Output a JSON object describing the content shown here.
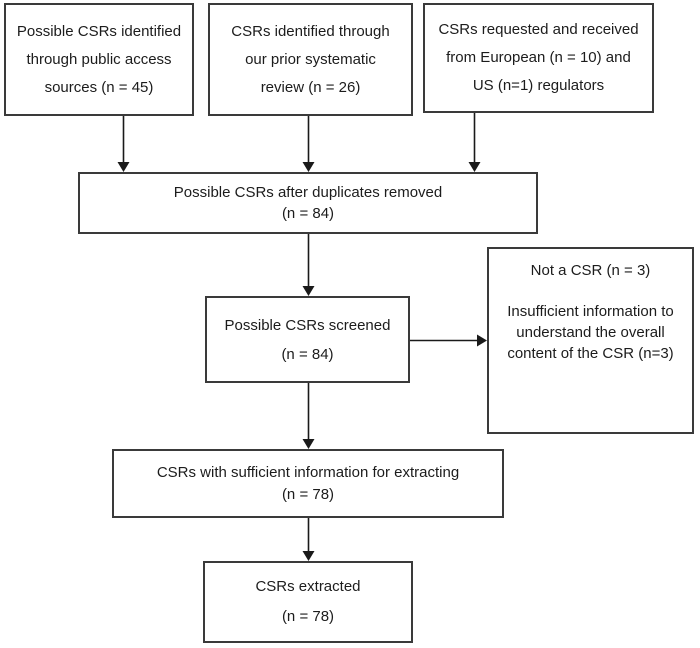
{
  "diagram": {
    "title": "CSR identification and screening flow diagram",
    "colors": {
      "background": "#ffffff",
      "box_border": "#3a3a3a",
      "text": "#1c1c1c",
      "arrow": "#1a1a1a"
    },
    "nodes": {
      "identified_public": {
        "lines": [
          "Possible CSRs identified",
          "through public access",
          "sources (n = 45)"
        ]
      },
      "identified_prior_review": {
        "lines": [
          "CSRs identified through",
          "our prior systematic",
          "review (n = 26)"
        ]
      },
      "requested_regulators": {
        "lines": [
          "CSRs requested and received",
          "from European (n = 10) and",
          "US (n=1) regulators"
        ]
      },
      "duplicates_removed": {
        "lines": [
          "Possible CSRs after duplicates removed",
          "(n = 84)"
        ]
      },
      "screened": {
        "lines": [
          "Possible CSRs screened",
          "(n = 84)"
        ]
      },
      "excluded": {
        "para1": "Not a CSR (n = 3)",
        "para2_lines": [
          "Insufficient information to",
          "understand the overall",
          "content of the CSR (n=3)"
        ]
      },
      "sufficient_information": {
        "lines": [
          "CSRs with sufficient information for extracting",
          "(n = 78)"
        ]
      },
      "extracted": {
        "lines": [
          "CSRs extracted",
          "(n = 78)"
        ]
      }
    }
  }
}
